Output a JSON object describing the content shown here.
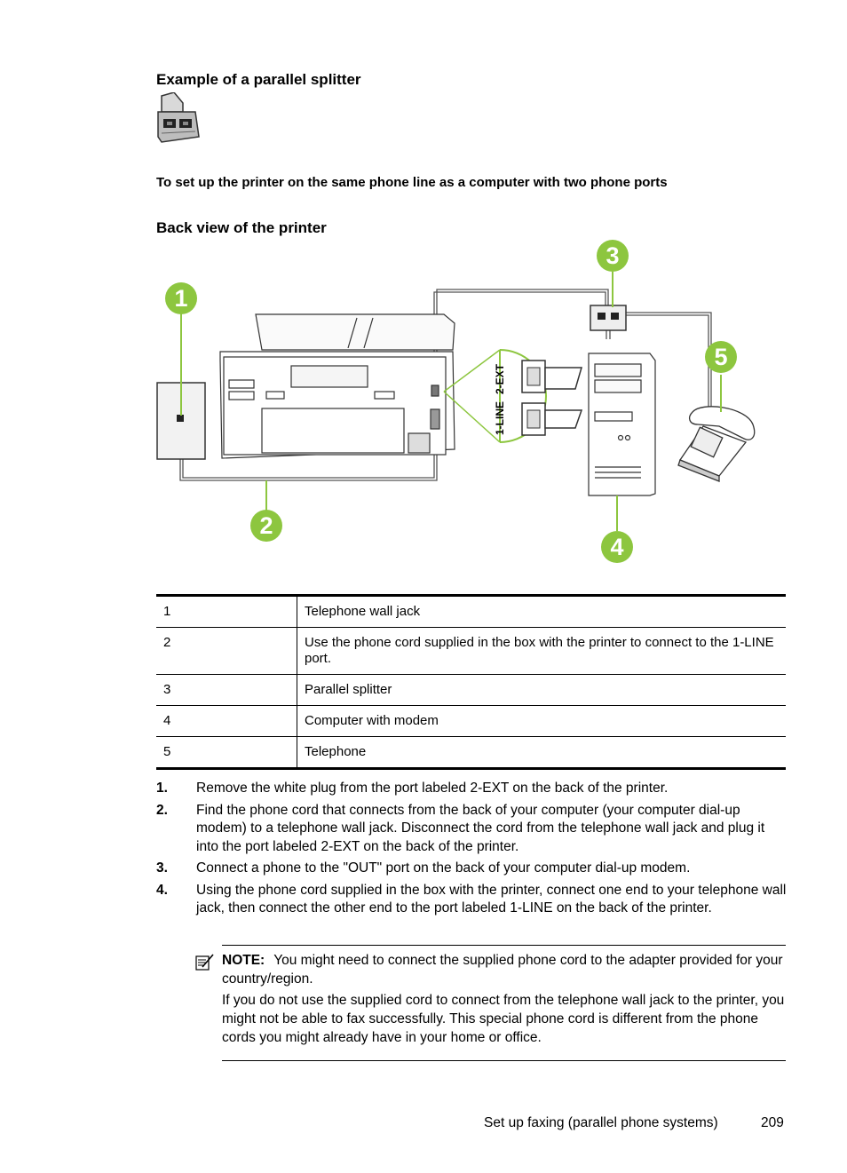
{
  "heading_splitter": "Example of a parallel splitter",
  "procedure_title": "To set up the printer on the same phone line as a computer with two phone ports",
  "heading_back_view": "Back view of the printer",
  "diagram": {
    "callouts": [
      "1",
      "2",
      "3",
      "4",
      "5"
    ],
    "port_labels": [
      "1-LINE",
      "2-EXT"
    ]
  },
  "legend": [
    {
      "num": "1",
      "text": "Telephone wall jack"
    },
    {
      "num": "2",
      "text": "Use the phone cord supplied in the box with the printer to connect to the 1-LINE port."
    },
    {
      "num": "3",
      "text": "Parallel splitter"
    },
    {
      "num": "4",
      "text": "Computer with modem"
    },
    {
      "num": "5",
      "text": "Telephone"
    }
  ],
  "steps": [
    {
      "num": "1.",
      "text": "Remove the white plug from the port labeled 2-EXT on the back of the printer."
    },
    {
      "num": "2.",
      "text": "Find the phone cord that connects from the back of your computer (your computer dial-up modem) to a telephone wall jack. Disconnect the cord from the telephone wall jack and plug it into the port labeled 2-EXT on the back of the printer."
    },
    {
      "num": "3.",
      "text": "Connect a phone to the \"OUT\" port on the back of your computer dial-up modem."
    },
    {
      "num": "4.",
      "text": "Using the phone cord supplied in the box with the printer, connect one end to your telephone wall jack, then connect the other end to the port labeled 1-LINE on the back of the printer."
    }
  ],
  "note": {
    "label": "NOTE:",
    "text1": "You might need to connect the supplied phone cord to the adapter provided for your country/region.",
    "text2": "If you do not use the supplied cord to connect from the telephone wall jack to the printer, you might not be able to fax successfully. This special phone cord is different from the phone cords you might already have in your home or office."
  },
  "footer": {
    "section": "Set up faxing (parallel phone systems)",
    "page": "209"
  },
  "colors": {
    "callout_green": "#8dc63f",
    "cord_gray": "#555555"
  }
}
